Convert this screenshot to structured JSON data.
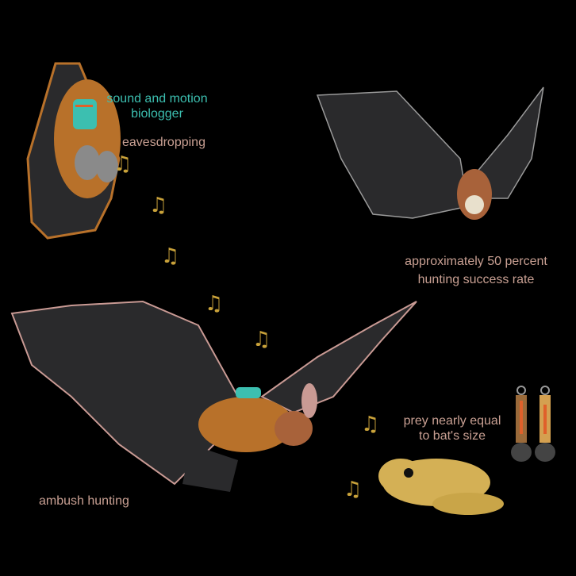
{
  "labels": {
    "biologger": [
      "sound and motion",
      "biologger"
    ],
    "eavesdropping": "eavesdropping",
    "success": [
      "approximately 50 percent",
      "hunting success rate"
    ],
    "prey": [
      "prey nearly equal",
      "to bat's size"
    ],
    "ambush": "ambush hunting"
  },
  "icons": {
    "note": "♫"
  },
  "colors": {
    "teal": "#3cbfb0",
    "tan": "#c9a093",
    "gold": "#c9a23a",
    "bat_fur": "#b8712a",
    "wing": "#2a2a2c",
    "frog": "#d4b055"
  }
}
